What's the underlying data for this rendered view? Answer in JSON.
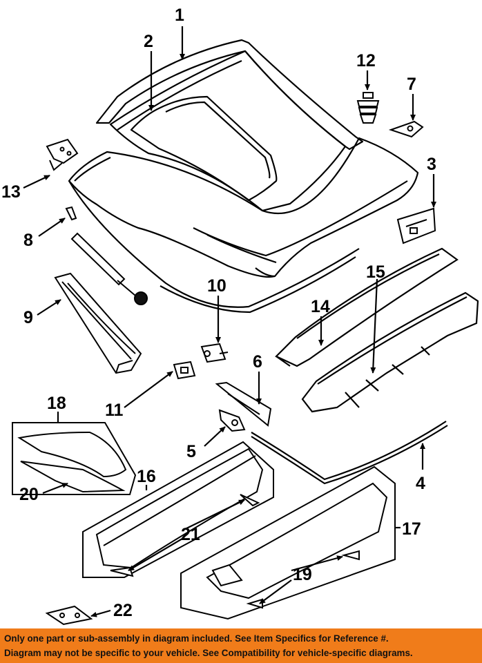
{
  "diagram": {
    "callouts": [
      "1",
      "2",
      "3",
      "4",
      "5",
      "6",
      "7",
      "8",
      "9",
      "10",
      "11",
      "12",
      "13",
      "14",
      "15",
      "16",
      "17",
      "18",
      "19",
      "20",
      "21",
      "22"
    ]
  },
  "banner": {
    "line1": "Only one part or sub-assembly in diagram included. See Item Specifics for Reference #.",
    "line2": "Diagram may not be specific to your vehicle. See Compatibility for vehicle-specific diagrams."
  },
  "colors": {
    "banner_bg": "#f07c1a",
    "ink": "#000000"
  }
}
